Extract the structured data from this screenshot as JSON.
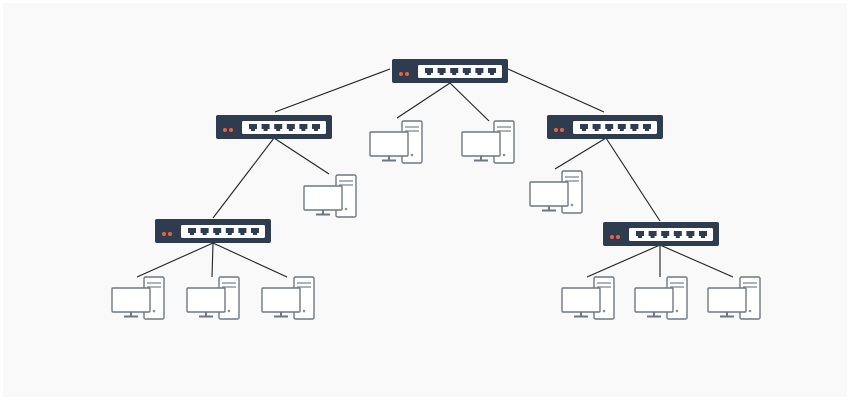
{
  "diagram": {
    "type": "tree-topology",
    "colors": {
      "background": "#f9f9f9",
      "switch_body": "#2f3b4e",
      "switch_panel": "#ffffff",
      "port_fill": "#2f3b4e",
      "led": "#e8643c",
      "link": "#222222",
      "computer_fill": "#ffffff",
      "computer_stroke": "#6f7780",
      "tower_detail": "#8a9199"
    },
    "icons": [
      "network-switch-icon",
      "desktop-computer-icon"
    ],
    "nodes": {
      "switches": [
        "switch-root",
        "switch-left",
        "switch-right",
        "switch-left-sub",
        "switch-right-sub"
      ],
      "computers": [
        {
          "id": "pc-root-a",
          "parent": "switch-root"
        },
        {
          "id": "pc-root-b",
          "parent": "switch-root"
        },
        {
          "id": "pc-left-a",
          "parent": "switch-left"
        },
        {
          "id": "pc-right-a",
          "parent": "switch-right"
        },
        {
          "id": "pc-left-sub-a",
          "parent": "switch-left-sub"
        },
        {
          "id": "pc-left-sub-b",
          "parent": "switch-left-sub"
        },
        {
          "id": "pc-left-sub-c",
          "parent": "switch-left-sub"
        },
        {
          "id": "pc-right-sub-a",
          "parent": "switch-right-sub"
        },
        {
          "id": "pc-right-sub-b",
          "parent": "switch-right-sub"
        },
        {
          "id": "pc-right-sub-c",
          "parent": "switch-right-sub"
        }
      ]
    }
  }
}
